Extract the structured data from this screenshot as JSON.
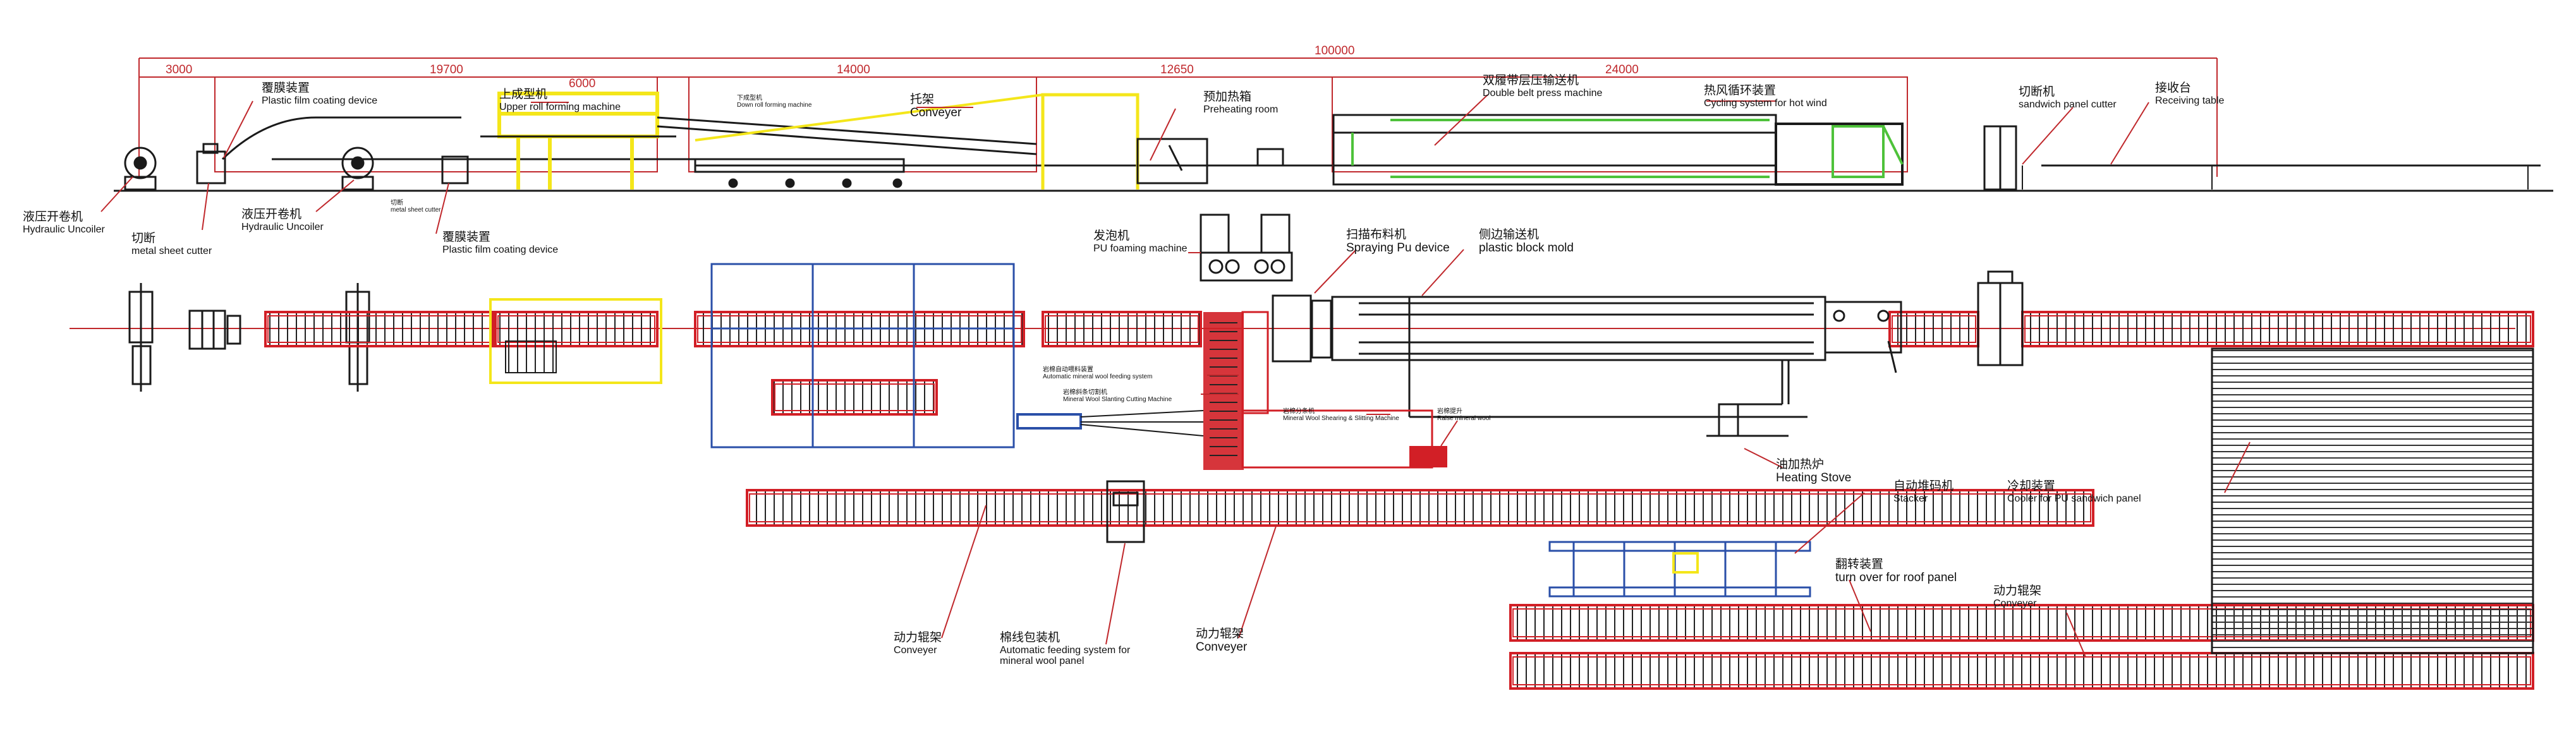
{
  "colors": {
    "frame": "#c0282c",
    "rail": "#d21f26",
    "machine": "#1a1a1a",
    "highlight": "#f4e61a",
    "green": "#4ec23a",
    "blue": "#2a4fa8",
    "grey": "#555555"
  },
  "dimensions": {
    "total": "100000",
    "d1": "3000",
    "d2": "19700",
    "d3": "6000",
    "d4": "14000",
    "d5": "12650",
    "d6": "24000"
  },
  "labels": {
    "film_top": {
      "zh": "覆膜装置",
      "en": "Plastic film coating device"
    },
    "upper_roll": {
      "zh": "上成型机",
      "en": "Upper roll forming machine"
    },
    "down_roll": {
      "zh": "下成型机",
      "en": "Down roll forming machine"
    },
    "conveyer_top": {
      "zh": "托架",
      "en": "Conveyer"
    },
    "preheat": {
      "zh": "预加热箱",
      "en": "Preheating room"
    },
    "double_belt": {
      "zh": "双履带层压输送机",
      "en": "Double belt press machine"
    },
    "cycling": {
      "zh": "热风循环装置",
      "en": "Cycling system for hot wind"
    },
    "cutter": {
      "zh": "切断机",
      "en": "sandwich panel cutter"
    },
    "receiving": {
      "zh": "接收台",
      "en": "Receiving table"
    },
    "uncoiler1": {
      "zh": "液压开卷机",
      "en": "Hydraulic Uncoiler"
    },
    "sheet_cutter": {
      "zh": "切断",
      "en": "metal sheet cutter"
    },
    "uncoiler2": {
      "zh": "液压开卷机",
      "en": "Hydraulic Uncoiler"
    },
    "small_cutter": {
      "zh": "切断",
      "en": "metal sheet cutter"
    },
    "film_bottom": {
      "zh": "覆膜装置",
      "en": "Plastic film coating device"
    },
    "foaming": {
      "zh": "发泡机",
      "en": "PU foaming machine"
    },
    "spraying": {
      "zh": "扫描布料机",
      "en": "Spraying Pu device"
    },
    "side_mold": {
      "zh": "侧边输送机",
      "en": "plastic block mold"
    },
    "auto_feed_wool": {
      "zh": "岩棉自动喂料装置",
      "en": "Automatic mineral wool feeding system"
    },
    "slant_cut": {
      "zh": "岩棉斜条切割机",
      "en": "Mineral Wool Slanting Cutting Machine"
    },
    "shearing": {
      "zh": "岩棉分条机",
      "en": "Mineral Wool Shearing & Slitting Machine"
    },
    "raise_wool": {
      "zh": "岩棉提升",
      "en": "Raise mineral wool"
    },
    "heating": {
      "zh": "油加热炉",
      "en": "Heating Stove"
    },
    "stacker": {
      "zh": "自动堆码机",
      "en": "Stacker"
    },
    "cooler": {
      "zh": "冷却装置",
      "en": "Cooler for PU sandwich panel"
    },
    "turnover": {
      "zh": "翻转装置",
      "en": "turn over for roof panel"
    },
    "conv_right": {
      "zh": "动力辊架",
      "en": "Conveyer"
    },
    "conv_left": {
      "zh": "动力辊架",
      "en": "Conveyer"
    },
    "wool_panel_feed": {
      "zh": "棉线包装机",
      "en": "Automatic feeding system for mineral wool panel"
    },
    "conv_mid": {
      "zh": "动力辊架",
      "en": "Conveyer"
    }
  }
}
